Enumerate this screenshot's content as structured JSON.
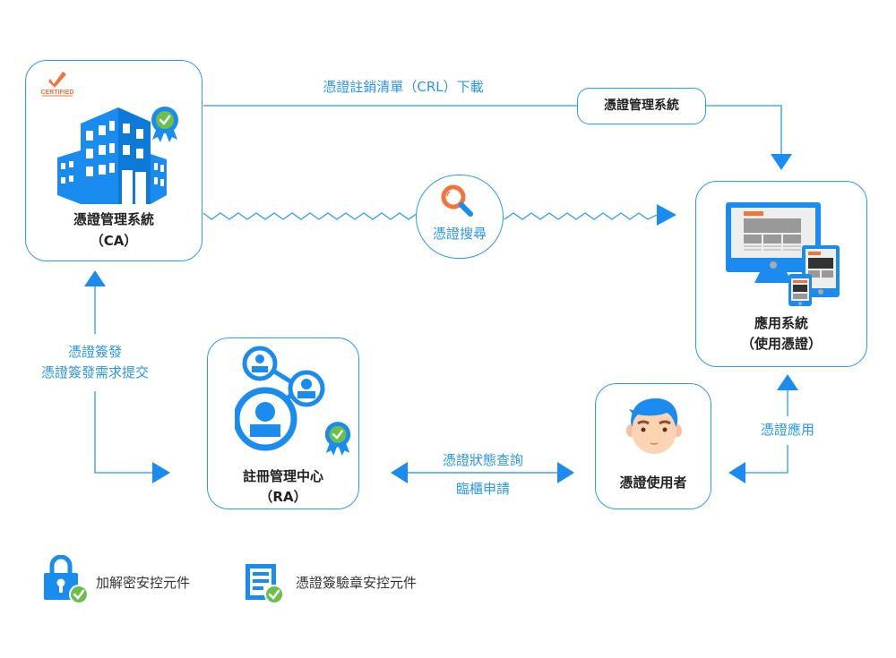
{
  "nodes": {
    "ca": {
      "title": "憑證管理系統",
      "subtitle": "（CA）",
      "badge": "CERTIFIED"
    },
    "app": {
      "title": "應用系統",
      "subtitle": "（使用憑證）"
    },
    "ra": {
      "title": "註冊管理中心",
      "subtitle": "（RA）"
    },
    "user": {
      "title": "憑證使用者"
    },
    "search": {
      "title": "憑證搜尋"
    },
    "cms_pill": {
      "title": "憑證管理系統"
    }
  },
  "edges": {
    "crl": "憑證註銷清單（CRL）下載",
    "issue_line1": "憑證簽發",
    "issue_line2": "憑證簽發需求提交",
    "status_query": "憑證狀態查詢",
    "counter_apply": "臨櫃申請",
    "cert_use": "憑證應用"
  },
  "legend": [
    {
      "icon": "lock-check-icon",
      "label": "加解密安控元件"
    },
    {
      "icon": "document-check-icon",
      "label": "憑證簽驗章安控元件"
    }
  ],
  "colors": {
    "primary": "#1a8cf0",
    "border": "#2a9bf0",
    "accent_orange": "#f0743c",
    "check_green": "#6cc04a"
  }
}
